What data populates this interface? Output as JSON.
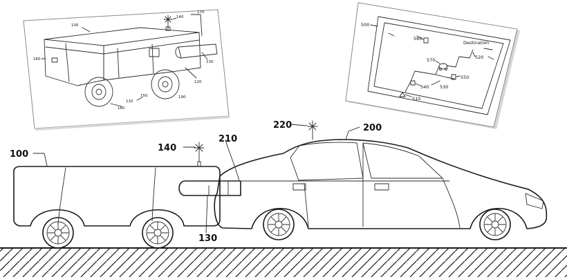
{
  "main_figure": {
    "labels": {
      "trailer": "100",
      "antenna": "140",
      "coupling": "130",
      "hitch": "210",
      "car_antenna": "220",
      "car": "200"
    }
  },
  "inset_trailer": {
    "labels": {
      "top": "100",
      "antenna": "140",
      "arm_top": "170",
      "side": "160",
      "arm": "130",
      "lower_right": "120",
      "center": "150",
      "bottom_left": "110",
      "wheel_left": "180",
      "wheel_right": "190"
    }
  },
  "inset_display": {
    "labels": {
      "frame": "500",
      "destination_text": "Destination",
      "n560": "560",
      "n520": "520",
      "n570": "570",
      "n550": "550",
      "n540": "540",
      "n530": "530",
      "n510": "510"
    }
  },
  "icons": [
    "antenna-icon",
    "map-pin-icon",
    "vehicle-icon",
    "start-triangle-icon"
  ]
}
